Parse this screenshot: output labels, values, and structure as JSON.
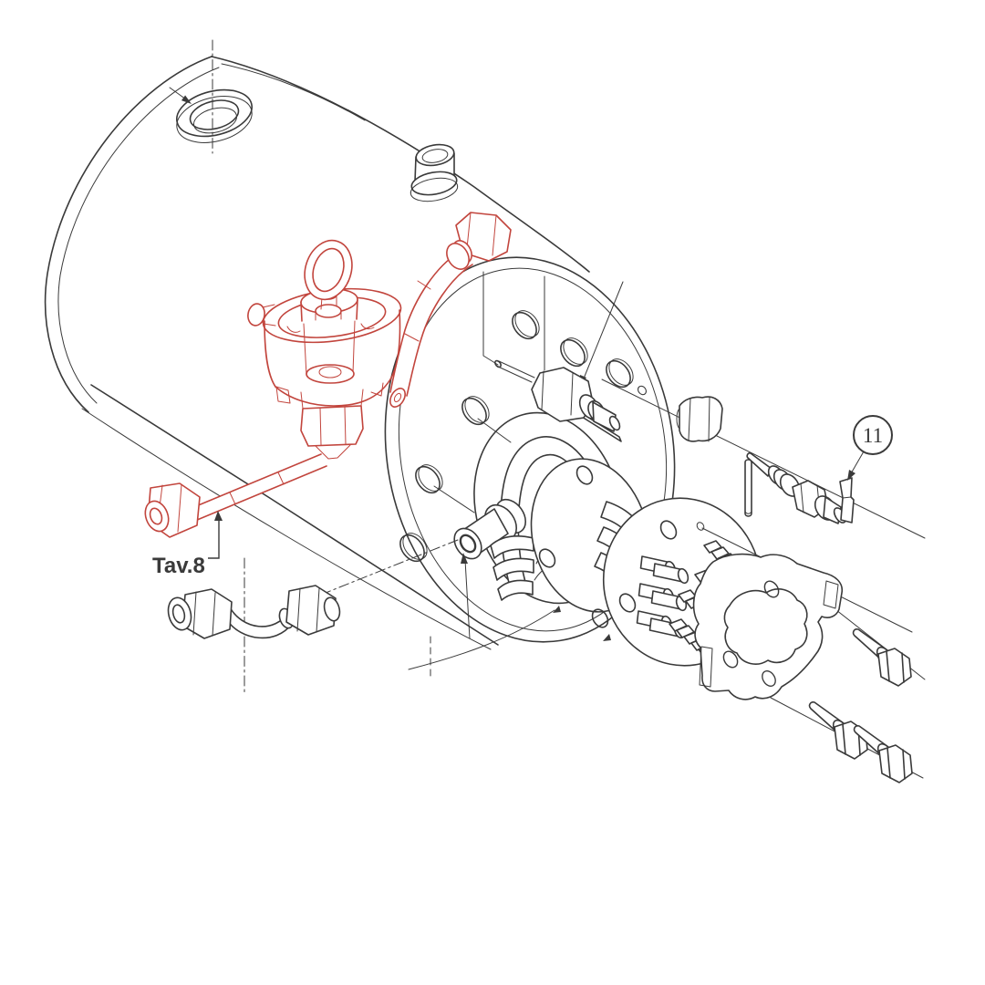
{
  "diagram": {
    "type": "exploded-parts-diagram",
    "labels": {
      "plate_reference": "Tav.8",
      "callout_number": "11"
    },
    "colors": {
      "line": "#3a3a3a",
      "highlight_red": "#c2453d",
      "background": "#ffffff"
    }
  }
}
